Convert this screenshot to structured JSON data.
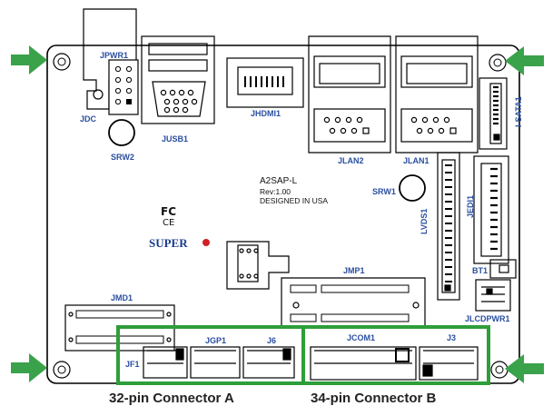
{
  "labels": {
    "jpwr1": "JPWR1",
    "jdc": "JDC",
    "jusb1": "JUSB1",
    "srw2": "SRW2",
    "jhdmi1": "JHDMI1",
    "jlan2": "JLAN2",
    "jlan1": "JLAN1",
    "isata1": "I-SATA1",
    "srw1": "SRW1",
    "lvds1": "LVDS1",
    "jedi1": "JEDI1",
    "bt1": "BT1",
    "jlcdpwr1": "JLCDPWR1",
    "jmp1": "JMP1",
    "jmd1": "JMD1",
    "jf1": "JF1",
    "jgp1": "JGP1",
    "j6": "J6",
    "jcom1": "JCOM1",
    "j3": "J3"
  },
  "board_info": {
    "model": "A2SAP-L",
    "rev": "Rev:1.00",
    "origin": "DESIGNED IN USA"
  },
  "logos": {
    "fcc": "FC",
    "ce": "CE",
    "brand": "SUPER"
  },
  "captions": {
    "connector_a": "32-pin Connector A",
    "connector_b": "34-pin Connector B"
  },
  "colors": {
    "highlight": "#2e9e3a",
    "arrow": "#3aa24b",
    "label": "#2a4fa0",
    "brand_red": "#d11f26"
  }
}
